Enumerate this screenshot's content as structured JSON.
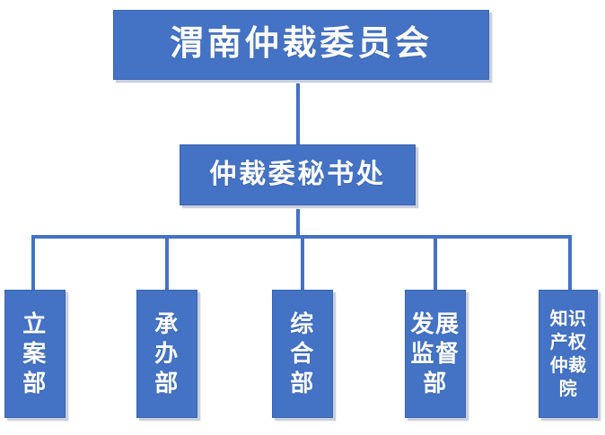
{
  "chart_data": {
    "type": "diagram",
    "diagram_type": "organizational-chart",
    "title": "渭南仲裁委员会",
    "orientation": "top-down",
    "accent_color": "#4472C4",
    "text_color": "#FFFFFF",
    "background_color": "#FFFFFF",
    "connector_color": "#4472C4",
    "levels": 3,
    "nodes": [
      {
        "id": "root",
        "label": "渭南仲裁委员会",
        "level": 0,
        "parent": null
      },
      {
        "id": "secretariat",
        "label": "仲裁委秘书处",
        "level": 1,
        "parent": "root"
      },
      {
        "id": "leaf-0",
        "label": "立案部",
        "level": 2,
        "parent": "secretariat"
      },
      {
        "id": "leaf-1",
        "label": "承办部",
        "level": 2,
        "parent": "secretariat"
      },
      {
        "id": "leaf-2",
        "label": "综合部",
        "level": 2,
        "parent": "secretariat"
      },
      {
        "id": "leaf-3",
        "label": "发展监督部",
        "level": 2,
        "parent": "secretariat"
      },
      {
        "id": "leaf-4",
        "label": "知识产权仲裁院",
        "level": 2,
        "parent": "secretariat"
      }
    ]
  },
  "root": {
    "label": "渭南仲裁委员会"
  },
  "secretariat": {
    "label": "仲裁委秘书处"
  },
  "departments": [
    {
      "label": "立\n案\n部",
      "plain": "立案部"
    },
    {
      "label": "承\n办\n部",
      "plain": "承办部"
    },
    {
      "label": "综\n合\n部",
      "plain": "综合部"
    },
    {
      "label": "发展\n监督\n部",
      "plain": "发展监督部"
    },
    {
      "label": "知识\n产权\n仲裁\n院",
      "plain": "知识产权仲裁院"
    }
  ]
}
